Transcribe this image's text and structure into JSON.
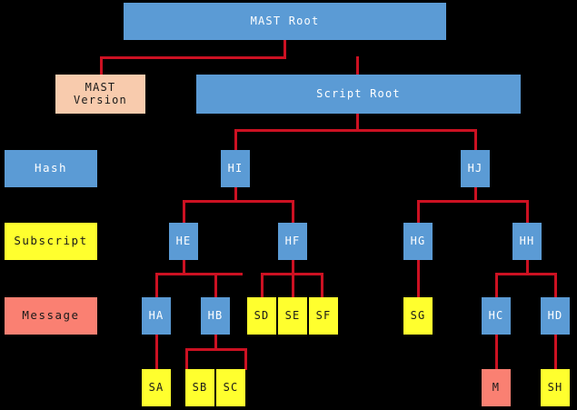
{
  "diagram": {
    "title_node": "MAST Root",
    "colors": {
      "background": "#000000",
      "hash": "#5B9BD5",
      "subscript": "#FFFF2E",
      "message": "#FA8072",
      "version": "#F8CBAD",
      "edge": "#CC1122"
    },
    "legend": [
      {
        "key": "hash",
        "label": "Hash"
      },
      {
        "key": "subscript",
        "label": "Subscript"
      },
      {
        "key": "message",
        "label": "Message"
      }
    ],
    "nodes": {
      "mast_root": "MAST Root",
      "mast_version": "MAST\nVersion",
      "script_root": "Script Root",
      "hi": "HI",
      "hj": "HJ",
      "he": "HE",
      "hf": "HF",
      "hg": "HG",
      "hh": "HH",
      "ha": "HA",
      "hb": "HB",
      "hc": "HC",
      "hd": "HD",
      "sa": "SA",
      "sb": "SB",
      "sc": "SC",
      "sd": "SD",
      "se": "SE",
      "sf": "SF",
      "sg": "SG",
      "sh": "SH",
      "m": "M"
    },
    "tree": {
      "root": "MAST Root",
      "edges": [
        [
          "MAST Root",
          "MAST Version"
        ],
        [
          "MAST Root",
          "Script Root"
        ],
        [
          "Script Root",
          "HI"
        ],
        [
          "Script Root",
          "HJ"
        ],
        [
          "HI",
          "HE"
        ],
        [
          "HI",
          "HF"
        ],
        [
          "HJ",
          "HG"
        ],
        [
          "HJ",
          "HH"
        ],
        [
          "HE",
          "HA"
        ],
        [
          "HE",
          "HB"
        ],
        [
          "HF",
          "SD"
        ],
        [
          "HF",
          "SE"
        ],
        [
          "HF",
          "SF"
        ],
        [
          "HG",
          "SG"
        ],
        [
          "HH",
          "HC"
        ],
        [
          "HH",
          "HD"
        ],
        [
          "HA",
          "SA"
        ],
        [
          "HB",
          "SB"
        ],
        [
          "HB",
          "SC"
        ],
        [
          "HC",
          "M"
        ],
        [
          "HD",
          "SH"
        ]
      ]
    }
  }
}
